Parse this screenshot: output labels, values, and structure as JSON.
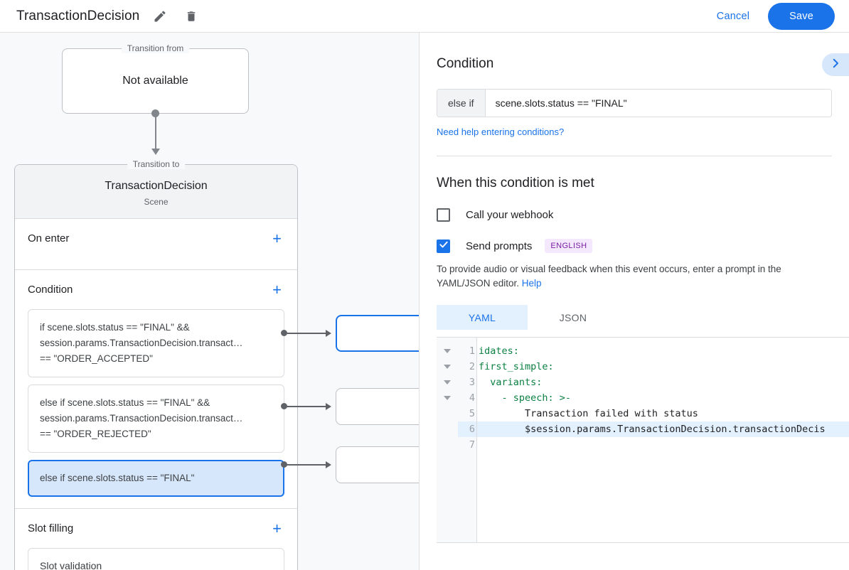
{
  "topbar": {
    "title": "TransactionDecision",
    "edit_icon": "pencil-icon",
    "delete_icon": "trash-icon",
    "cancel_label": "Cancel",
    "save_label": "Save",
    "accent_color": "#1a73e8"
  },
  "canvas": {
    "transition_from": {
      "legend": "Transition from",
      "value": "Not available"
    },
    "transition_to": {
      "legend": "Transition to",
      "name": "TransactionDecision",
      "type": "Scene"
    },
    "sections": [
      {
        "title": "On enter",
        "add_label": "+"
      },
      {
        "title": "Condition",
        "add_label": "+"
      },
      {
        "title": "Slot filling",
        "add_label": "+"
      }
    ],
    "conditions": [
      {
        "lines": [
          "if scene.slots.status == \"FINAL\" &&",
          "session.params.TransactionDecision.transact…",
          "== \"ORDER_ACCEPTED\""
        ],
        "selected": false
      },
      {
        "lines": [
          "else if scene.slots.status == \"FINAL\" &&",
          "session.params.TransactionDecision.transact…",
          "== \"ORDER_REJECTED\""
        ],
        "selected": false
      },
      {
        "lines": [
          "else if scene.slots.status == \"FINAL\""
        ],
        "selected": true
      }
    ],
    "slot_filling": [
      {
        "label": "Slot validation"
      }
    ]
  },
  "panel": {
    "title": "Condition",
    "collapse_icon": "chevron-right-icon",
    "condition_input": {
      "prefix": "else if",
      "value": "scene.slots.status == \"FINAL\""
    },
    "help_link": "Need help entering conditions?",
    "when_met_title": "When this condition is met",
    "webhook": {
      "label": "Call your webhook",
      "checked": false
    },
    "prompts": {
      "label": "Send prompts",
      "badge": "ENGLISH",
      "checked": true,
      "badge_color": "#7b1fa2"
    },
    "note_text": "To provide audio or visual feedback when this event occurs, enter a prompt in the YAML/JSON editor. ",
    "note_link": "Help",
    "editor_tabs": [
      {
        "label": "YAML",
        "active": true
      },
      {
        "label": "JSON",
        "active": false
      }
    ],
    "editor": {
      "lines": [
        {
          "num": "1",
          "text": "idates:",
          "fold": true,
          "highlight": false,
          "plain": false
        },
        {
          "num": "2",
          "text": "first_simple:",
          "fold": true,
          "highlight": false,
          "plain": false
        },
        {
          "num": "3",
          "text": "  variants:",
          "fold": true,
          "highlight": false,
          "plain": false
        },
        {
          "num": "4",
          "text": "    - speech: >-",
          "fold": true,
          "highlight": false,
          "plain": false
        },
        {
          "num": "5",
          "text": "        Transaction failed with status",
          "fold": false,
          "highlight": false,
          "plain": true
        },
        {
          "num": "6",
          "text": "        $session.params.TransactionDecision.transactionDecis",
          "fold": false,
          "highlight": true,
          "plain": true
        },
        {
          "num": "7",
          "text": "",
          "fold": false,
          "highlight": false,
          "plain": true
        }
      ]
    }
  }
}
